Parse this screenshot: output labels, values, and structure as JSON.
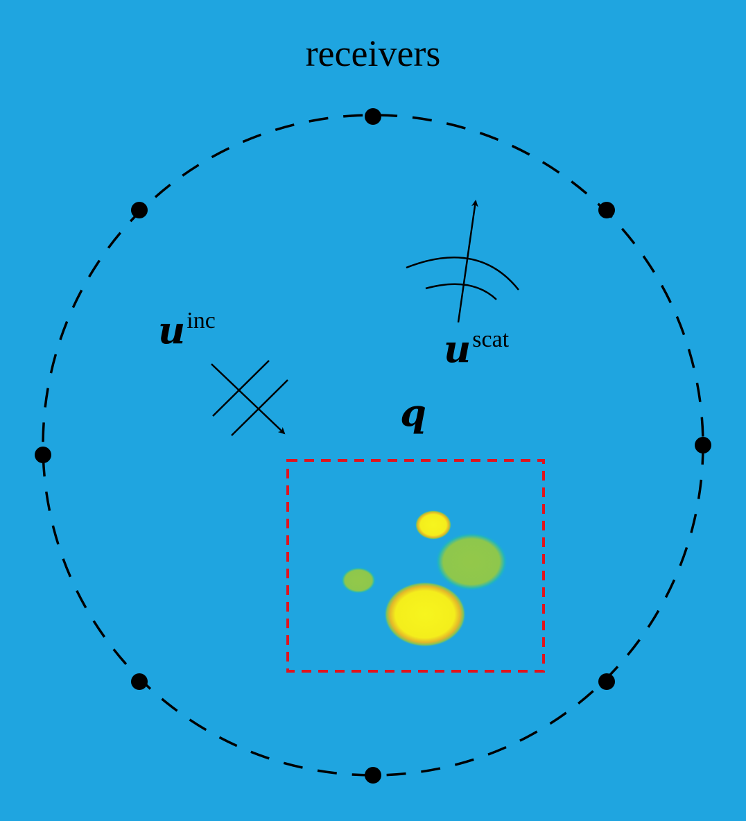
{
  "title": "receivers",
  "labels": {
    "incident_base": "u",
    "incident_sup": "inc",
    "scattered_base": "u",
    "scattered_sup": "scat",
    "medium": "q"
  },
  "colors": {
    "background": "#1fa5e0",
    "receiver_ring": "#000000",
    "domain_box": "#e0141e",
    "scatterer_core_yellow": "#f7f51e",
    "scatterer_core_green": "#93c84a",
    "scatterer_edge": "#1fb3c0"
  },
  "receivers": {
    "count": 8
  },
  "icons": [
    "receiver-dot-icon",
    "arrow-icon",
    "wavefront-icon",
    "scatterer-blob-icon"
  ]
}
